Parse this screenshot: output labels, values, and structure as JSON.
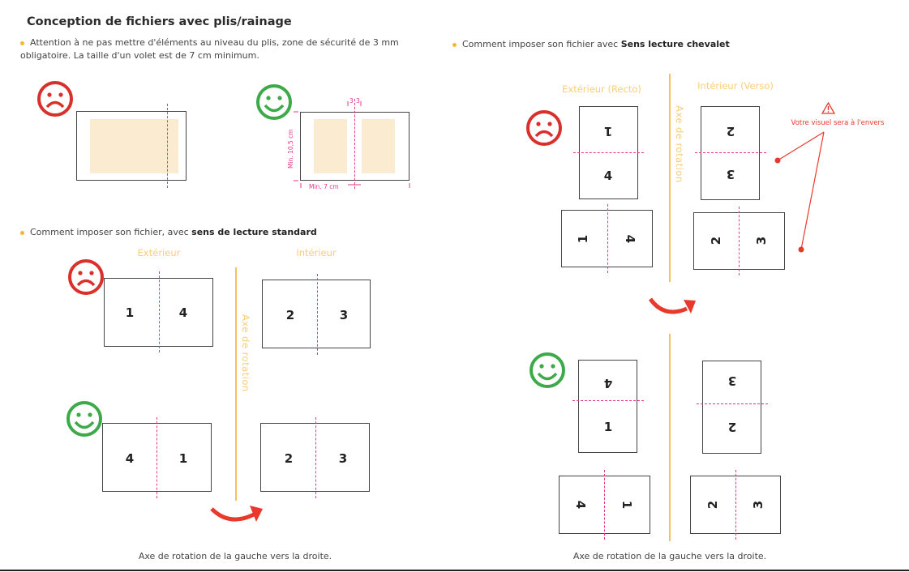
{
  "title": "Conception de fichiers avec plis/rainage",
  "intro": {
    "line1": "Attention à ne pas mettre d'éléments au niveau du plis, zone de sécurité de 3 mm",
    "line2": "obligatoire. La taille d'un volet est de 7 cm minimum."
  },
  "dimensions": {
    "margin_left": "3",
    "margin_right": "3",
    "height": "Min. 10,5 cm",
    "width": "Min. 7 cm"
  },
  "standard": {
    "prefix": "Comment imposer son fichier, avec ",
    "bold": "sens de lecture standard",
    "exterior": "Extérieur",
    "interior": "Intérieur",
    "axis": "Axe de rotation",
    "caption": "Axe de rotation de la gauche vers la droite.",
    "bad": [
      "1",
      "4",
      "2",
      "3"
    ],
    "good": [
      "4",
      "1",
      "2",
      "3"
    ]
  },
  "chevalet": {
    "prefix": "Comment imposer son fichier avec ",
    "bold": "Sens lecture chevalet",
    "exterior": "Extérieur (Recto)",
    "interior": "Intérieur (Verso)",
    "axis": "Axe de rotation",
    "warning": "Votre visuel sera à l'envers",
    "caption": "Axe de rotation de la gauche vers la droite.",
    "bad": [
      "1",
      "4",
      "1",
      "4",
      "2",
      "3",
      "2",
      "3"
    ],
    "good": [
      "4",
      "1",
      "4",
      "1",
      "3",
      "2",
      "2",
      "3"
    ]
  },
  "colors": {
    "bad": "#d9302c",
    "good": "#3daa4a",
    "fold": "#e8358f",
    "accent": "#f7c15c"
  }
}
